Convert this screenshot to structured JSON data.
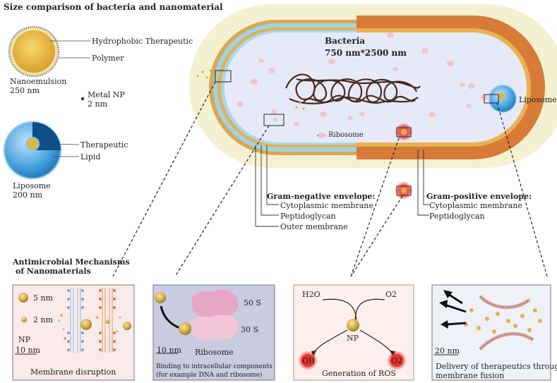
{
  "title": "Size comparison of bacteria and nanomaterial",
  "nanoemulsion": {
    "label_hydrophobic": "Hydrophobic Therapeutic",
    "label_polymer": "Polymer",
    "name": "Nanoemulsion",
    "size": "250 nm"
  },
  "metal_np": {
    "name": "Metal NP",
    "size": "2 nm"
  },
  "liposome_left": {
    "label_therapeutic": "Therapeutic",
    "label_lipid": "Lipid",
    "name": "Liposome",
    "size": "200 nm"
  },
  "bacteria": {
    "name": "Bacteria",
    "size": "750 nm*2500 nm",
    "ribosome_label": "Ribosome",
    "liposome_label": "Liposome"
  },
  "gram_negative": {
    "title": "Gram-negative envelope:",
    "layers": [
      "Cytoplasmic membrane",
      "Peptidoglycan",
      "Outer membrane"
    ]
  },
  "gram_positive": {
    "title": "Gram-positive envelope:",
    "layers": [
      "Cytoplasmic membrane",
      "Peptidoglycan"
    ]
  },
  "mechanisms_title_line1": "Antimicrobial Mechanisms",
  "mechanisms_title_line2": "of Nanomaterials",
  "panels": {
    "membrane": {
      "size1": "5 nm",
      "size2": "2 nm",
      "np": "NP",
      "scale": "10 nm",
      "caption": "Membrane disruption"
    },
    "ribosome": {
      "s50": "50 S",
      "s30": "30 S",
      "name": "Ribosome",
      "scale": "10 nm",
      "caption_line1": "Binding to intracellular components",
      "caption_line2": "(for example DNA and ribosome)"
    },
    "ros": {
      "h2o": "H2O",
      "o2_top": "O2",
      "np": "NP",
      "oh": "OH",
      "o2": "O2",
      "caption": "Generation of ROS"
    },
    "delivery": {
      "scale": "20 nm",
      "caption_line1": "Delivery of therapeutics through",
      "caption_line2": "membrane fusion"
    }
  },
  "colors": {
    "capsule": "#f5f1d2",
    "gram_positive_wall": "#d77a3a",
    "membrane_blue": "#9ed1e6",
    "cytoplasm": "#e8ecf9",
    "nanoparticle_gold": "#c8a44a",
    "ros_red": "#e8332a",
    "panel1_bg": "#fbeaea",
    "panel2_bg": "#c9cce0",
    "panel3_bg": "#fdf0ec",
    "panel4_bg": "#eef2f8"
  }
}
